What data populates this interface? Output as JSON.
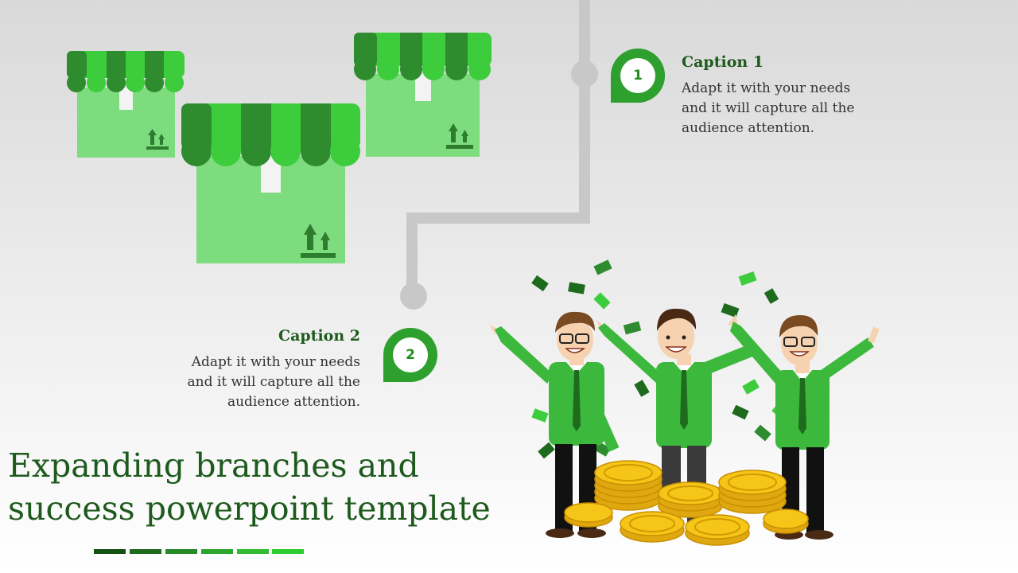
{
  "caption1": {
    "number": "1",
    "title": "Caption 1",
    "lines": [
      "Adapt it with your needs",
      "and it will capture all the",
      "audience attention."
    ]
  },
  "caption2": {
    "number": "2",
    "title": "Caption 2",
    "lines": [
      "Adapt it with your needs",
      "and it will capture all the",
      "audience attention."
    ]
  },
  "slide_title": {
    "line1": "Expanding branches and",
    "line2": "success powerpoint template"
  },
  "colors": {
    "dark_green": "#1e5a1e",
    "awning_dark": "#2e8b2e",
    "awning_light": "#3ccc3c",
    "box_green": "#7ddc7d",
    "connector_gray": "#c8c8c8",
    "coin_gold": "#f2c21b",
    "progress": [
      "#145214",
      "#1e6b1e",
      "#278a27",
      "#2ea62e",
      "#33bb33",
      "#2ecc2e"
    ]
  },
  "icons": [
    "store-icon",
    "store-icon",
    "store-icon",
    "map-pin-icon",
    "businessmen-celebrating-illustration",
    "gold-coins-illustration"
  ]
}
